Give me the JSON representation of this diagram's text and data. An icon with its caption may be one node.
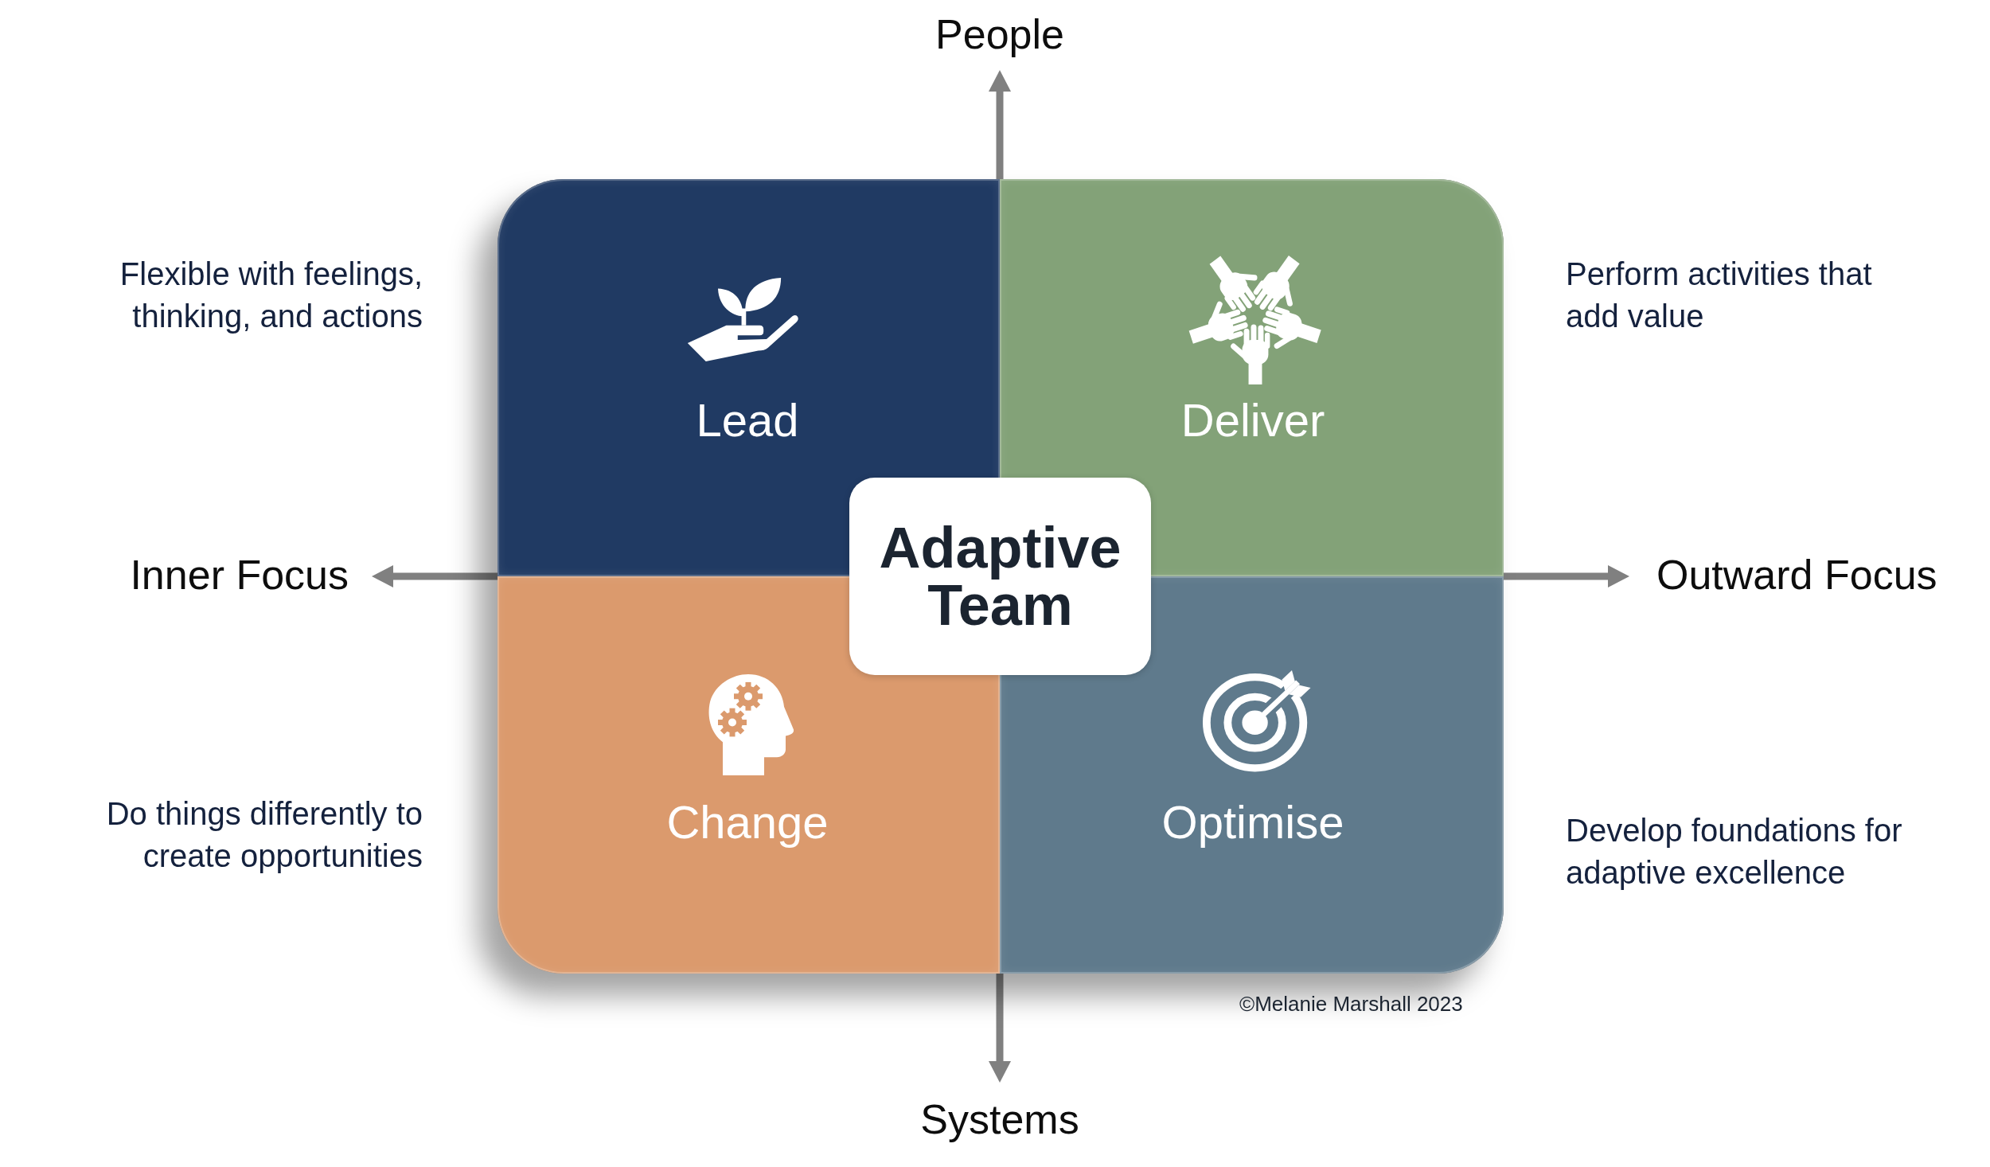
{
  "diagram": {
    "nodes": [
      {
        "text": [
          "Lead"
        ],
        "beside": [
          "Flexible with feelings, thinking, and actions"
        ]
      },
      {
        "text": [
          "Deliver"
        ],
        "beside": [
          "Perform activities that add value"
        ]
      },
      {
        "text": [
          "Adaptive Team"
        ]
      },
      {
        "text": [
          "Change"
        ],
        "beside": [
          "Do things differently to create opportunities"
        ]
      },
      {
        "text": [
          "Optimise"
        ],
        "beside": [
          "Develop foundations for adaptive excellence"
        ]
      }
    ],
    "labels": [
      "People",
      "Inner Focus",
      "Outward Focus",
      "©Melanie Marshall 2023",
      "Systems"
    ]
  }
}
